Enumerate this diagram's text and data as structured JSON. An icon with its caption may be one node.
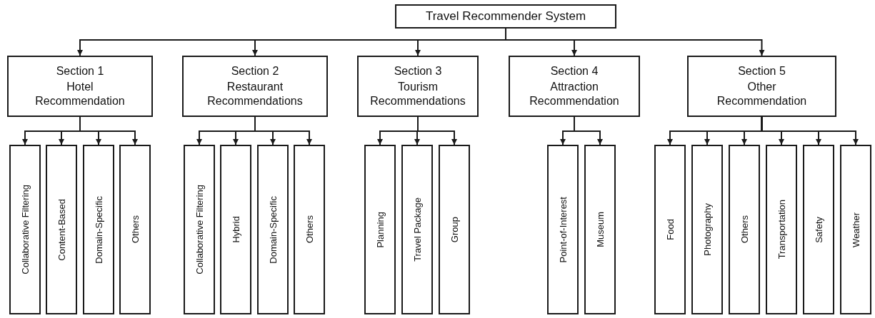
{
  "diagram": {
    "nodes": [
      {
        "text": [
          "Travel Recommender System"
        ]
      },
      {
        "text": [
          "Section 1",
          "Hotel Recommendation"
        ]
      },
      {
        "text": [
          "Collaborative Filtering"
        ]
      },
      {
        "text": [
          "Content-Based"
        ]
      },
      {
        "text": [
          "Domain-Specific"
        ]
      },
      {
        "text": [
          "Others"
        ]
      },
      {
        "text": [
          "Section 2",
          "Restaurant Recommendations"
        ]
      },
      {
        "text": [
          "Collaborative Filtering"
        ]
      },
      {
        "text": [
          "Hybrid"
        ]
      },
      {
        "text": [
          "Domain-Specific"
        ]
      },
      {
        "text": [
          "Others"
        ]
      },
      {
        "text": [
          "Section 3",
          "Tourism Recommendations"
        ]
      },
      {
        "text": [
          "Planning"
        ]
      },
      {
        "text": [
          "Travel Package"
        ]
      },
      {
        "text": [
          "Group"
        ]
      },
      {
        "text": [
          "Section 4",
          "Attraction Recommendation"
        ]
      },
      {
        "text": [
          "Point-of-Interest"
        ]
      },
      {
        "text": [
          "Museum"
        ]
      },
      {
        "text": [
          "Section 5",
          "Other Recommendation"
        ]
      },
      {
        "text": [
          "Food"
        ]
      },
      {
        "text": [
          "Photography"
        ]
      },
      {
        "text": [
          "Others"
        ]
      },
      {
        "text": [
          "Transportation"
        ]
      },
      {
        "text": [
          "Safety"
        ]
      },
      {
        "text": [
          "Weather"
        ]
      }
    ],
    "edges": [
      {
        "from": 0,
        "to": 1,
        "arrow": "to"
      },
      {
        "from": 0,
        "to": 6,
        "arrow": "to"
      },
      {
        "from": 0,
        "to": 11,
        "arrow": "to"
      },
      {
        "from": 0,
        "to": 15,
        "arrow": "to"
      },
      {
        "from": 0,
        "to": 18,
        "arrow": "to"
      },
      {
        "from": 1,
        "to": 2,
        "arrow": "to"
      },
      {
        "from": 1,
        "to": 3,
        "arrow": "to"
      },
      {
        "from": 1,
        "to": 4,
        "arrow": "to"
      },
      {
        "from": 1,
        "to": 5,
        "arrow": "to"
      },
      {
        "from": 6,
        "to": 7,
        "arrow": "to"
      },
      {
        "from": 6,
        "to": 8,
        "arrow": "to"
      },
      {
        "from": 6,
        "to": 9,
        "arrow": "to"
      },
      {
        "from": 6,
        "to": 10,
        "arrow": "to"
      },
      {
        "from": 11,
        "to": 12,
        "arrow": "to"
      },
      {
        "from": 11,
        "to": 13,
        "arrow": "to"
      },
      {
        "from": 11,
        "to": 14,
        "arrow": "to"
      },
      {
        "from": 15,
        "to": 16,
        "arrow": "to"
      },
      {
        "from": 15,
        "to": 17,
        "arrow": "to"
      },
      {
        "from": 18,
        "to": 19,
        "arrow": "to"
      },
      {
        "from": 18,
        "to": 20,
        "arrow": "to"
      },
      {
        "from": 18,
        "to": 21,
        "arrow": "to"
      },
      {
        "from": 18,
        "to": 22,
        "arrow": "to"
      },
      {
        "from": 18,
        "to": 23,
        "arrow": "to"
      },
      {
        "from": 18,
        "to": 24,
        "arrow": "to"
      }
    ]
  }
}
